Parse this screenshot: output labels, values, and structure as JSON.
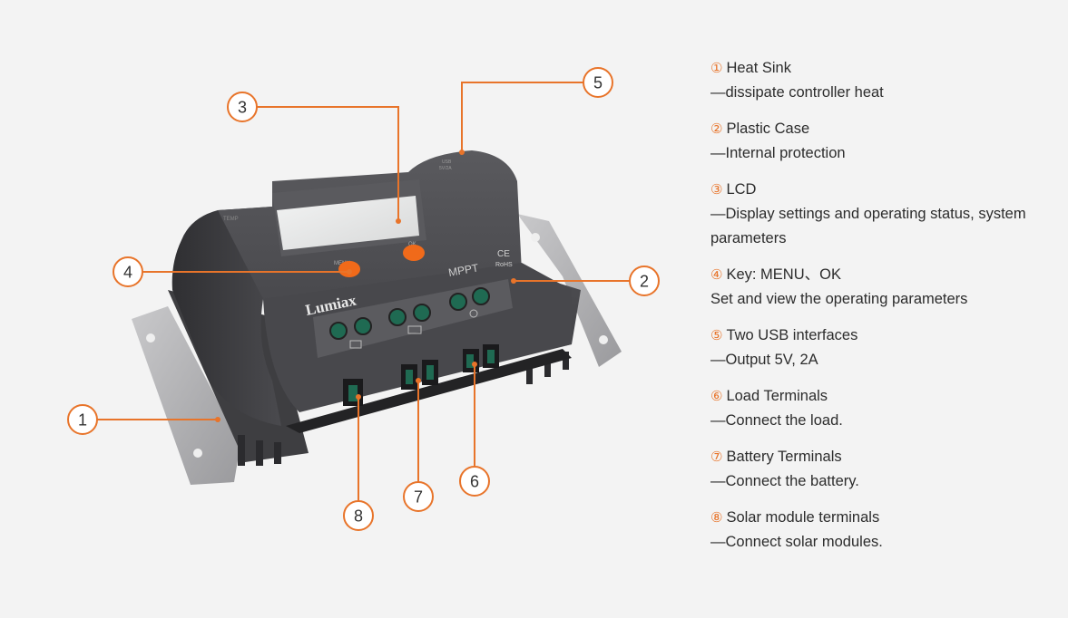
{
  "product": {
    "brand": "Lumiax",
    "mppt_label": "MPPT",
    "ce_label": "CE",
    "rohs_label": "RoHS",
    "menu_key_label": "MENU",
    "ok_key_label": "OK",
    "usb_label": "USB",
    "usb_rating": "5V/2A",
    "temp_label": "TEMP"
  },
  "callouts": [
    "1",
    "2",
    "3",
    "4",
    "5",
    "6",
    "7",
    "8"
  ],
  "legend": [
    {
      "num": "①",
      "title": "Heat Sink",
      "desc": "—dissipate controller heat"
    },
    {
      "num": "②",
      "title": "Plastic Case",
      "desc": "—Internal protection"
    },
    {
      "num": "③",
      "title": "LCD",
      "desc": "—Display settings and operating status, system parameters"
    },
    {
      "num": "④",
      "title": "Key: MENU、OK",
      "desc": "Set and view the operating parameters"
    },
    {
      "num": "⑤",
      "title": "Two USB interfaces",
      "desc": "—Output 5V, 2A"
    },
    {
      "num": "⑥",
      "title": "Load Terminals",
      "desc": "—Connect the load."
    },
    {
      "num": "⑦",
      "title": "Battery Terminals",
      "desc": "—Connect the battery."
    },
    {
      "num": "⑧",
      "title": "Solar module terminals",
      "desc": "—Connect solar modules."
    }
  ],
  "colors": {
    "accent": "#e8742a",
    "case": "#4a4a4e",
    "lcd": "#e9eaea",
    "background": "#f3f3f3",
    "terminal": "#1f6a52"
  }
}
